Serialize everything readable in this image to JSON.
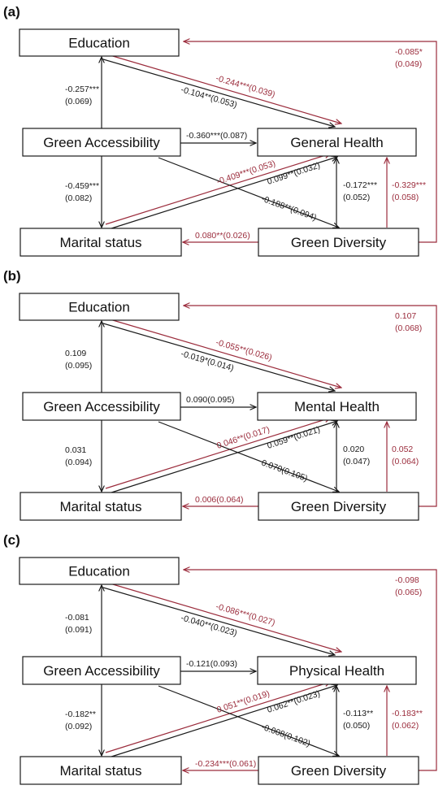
{
  "colors": {
    "black_path": "#1a1a1a",
    "red_path": "#9b2c3c"
  },
  "panels": [
    {
      "tag": "(a)",
      "outcome": "General Health",
      "nodes": {
        "education": "Education",
        "accessibility": "Green Accessibility",
        "outcome": "General Health",
        "marital": "Marital status",
        "diversity": "Green Diversity"
      },
      "coefficients": {
        "acc_to_edu": [
          "-0.257***",
          "(0.069)"
        ],
        "acc_to_marital": [
          "-0.459***",
          "(0.082)"
        ],
        "acc_to_outcome": "-0.360***(0.087)",
        "edu_to_outcome_black": "-0.104**(0.053)",
        "edu_to_outcome_red": "-0.244***(0.039)",
        "marital_to_outcome_red": "-0.409***(0.053)",
        "marital_to_outcome_black": "0.099**(0.032)",
        "acc_to_diversity": "-0.188**(0.094)",
        "diversity_to_outcome_black": [
          "-0.172***",
          "(0.052)"
        ],
        "diversity_to_outcome_red": [
          "-0.329***",
          "(0.058)"
        ],
        "diversity_to_marital": "0.080**(0.026)",
        "diversity_to_edu": [
          "-0.085*",
          "(0.049)"
        ]
      }
    },
    {
      "tag": "(b)",
      "outcome": "Mental Health",
      "nodes": {
        "education": "Education",
        "accessibility": "Green Accessibility",
        "outcome": "Mental Health",
        "marital": "Marital status",
        "diversity": "Green Diversity"
      },
      "coefficients": {
        "acc_to_edu": [
          "0.109",
          "(0.095)"
        ],
        "acc_to_marital": [
          "0.031",
          "(0.094)"
        ],
        "acc_to_outcome": "0.090(0.095)",
        "edu_to_outcome_black": "-0.019*(0.014)",
        "edu_to_outcome_red": "-0.055**(0.026)",
        "marital_to_outcome_red": "0.046**(0.017)",
        "marital_to_outcome_black": "0.059**(0.021)",
        "acc_to_diversity": "0.070(0.105)",
        "diversity_to_outcome_black": [
          "0.020",
          "(0.047)"
        ],
        "diversity_to_outcome_red": [
          "0.052",
          "(0.064)"
        ],
        "diversity_to_marital": "0.006(0.064)",
        "diversity_to_edu": [
          "0.107",
          "(0.068)"
        ]
      }
    },
    {
      "tag": "(c)",
      "outcome": "Physical Health",
      "nodes": {
        "education": "Education",
        "accessibility": "Green Accessibility",
        "outcome": "Physical Health",
        "marital": "Marital status",
        "diversity": "Green Diversity"
      },
      "coefficients": {
        "acc_to_edu": [
          "-0.081",
          "(0.091)"
        ],
        "acc_to_marital": [
          "-0.182**",
          "(0.092)"
        ],
        "acc_to_outcome": "-0.121(0.093)",
        "edu_to_outcome_black": "-0.040**(0.023)",
        "edu_to_outcome_red": "-0.086***(0.027)",
        "marital_to_outcome_red": "0.051**(0.019)",
        "marital_to_outcome_black": "0.062**(0.023)",
        "acc_to_diversity": "-0.008(0.102)",
        "diversity_to_outcome_black": [
          "-0.113**",
          "(0.050)"
        ],
        "diversity_to_outcome_red": [
          "-0.183**",
          "(0.062)"
        ],
        "diversity_to_marital": "-0.234***(0.061)",
        "diversity_to_edu": [
          "-0.098",
          "(0.065)"
        ]
      }
    }
  ]
}
